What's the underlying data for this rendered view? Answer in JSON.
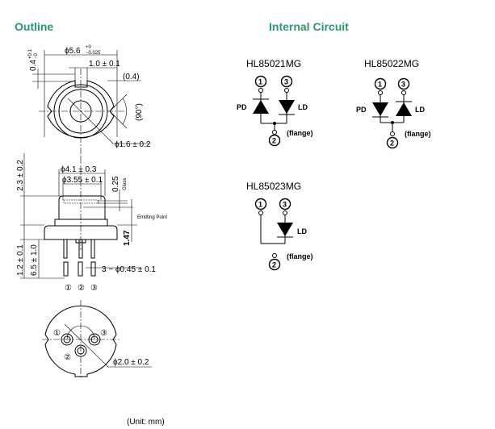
{
  "titles": {
    "outline": "Outline",
    "circuit": "Internal Circuit",
    "color": "#2a9a6a"
  },
  "top_view": {
    "dia": "ϕ5.6",
    "dia_tol_plus": "+0",
    "dia_tol_minus": "−0.025",
    "notch_w": "1.0 ± 0.1",
    "offset": "(0.4)",
    "depth": "0.4",
    "depth_tol_plus": "+0.1",
    "depth_tol_minus": "−0",
    "angle": "(90°)",
    "inner_dia": "ϕ1.6 ± 0.2"
  },
  "side_view": {
    "cap_dia": "ϕ4.1 ± 0.3",
    "window_dia": "ϕ3.55 ± 0.1",
    "glass_t": "0.25",
    "glass": "Glass",
    "emitting": "Emitting Point",
    "emit_h": "1.47",
    "height": "2.3 ± 0.2",
    "flange_t": "1.2 ± 0.1",
    "lead_len": "6.5 ± 1.0",
    "lead_dia": "3 − ϕ0.45 ± 0.1",
    "pins": [
      "①",
      "②",
      "③"
    ]
  },
  "bottom_view": {
    "pins": [
      "①",
      "②",
      "③"
    ],
    "pcd": "ϕ2.0 ± 0.2"
  },
  "unit": "(Unit: mm)",
  "circuits": [
    {
      "part": "HL85021MG",
      "pd": "PD",
      "ld": "LD",
      "flange": "(flange)",
      "pins": [
        "1",
        "2",
        "3"
      ]
    },
    {
      "part": "HL85022MG",
      "pd": "PD",
      "ld": "LD",
      "flange": "(flange)",
      "pins": [
        "1",
        "2",
        "3"
      ]
    },
    {
      "part": "HL85023MG",
      "ld": "LD",
      "flange": "(flange)",
      "pins": [
        "1",
        "2",
        "3"
      ]
    }
  ]
}
